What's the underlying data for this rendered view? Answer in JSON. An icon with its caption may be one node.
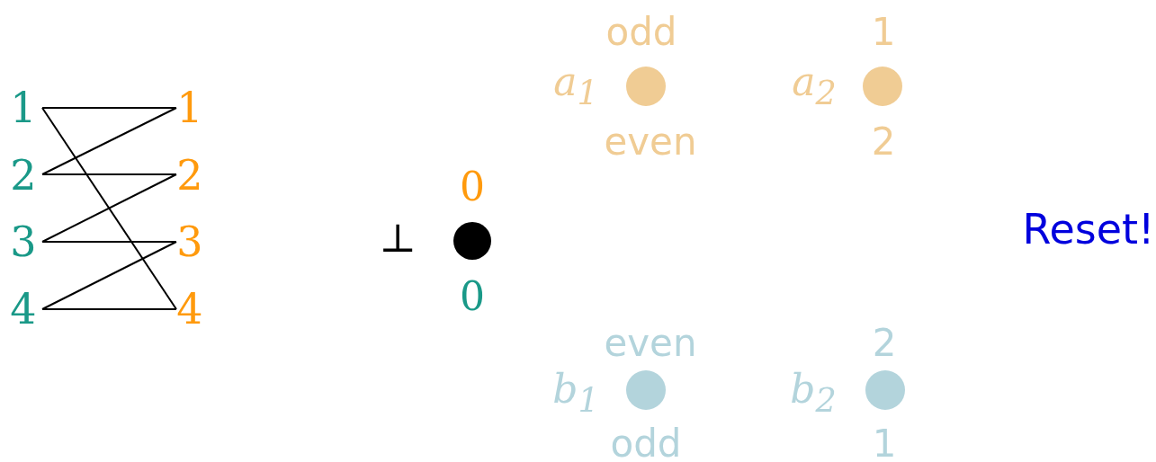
{
  "diagram": {
    "nodes": [
      {
        "text": [
          "1"
        ]
      },
      {
        "text": [
          "2"
        ]
      },
      {
        "text": [
          "3"
        ]
      },
      {
        "text": [
          "4"
        ]
      },
      {
        "text": [
          "1"
        ]
      },
      {
        "text": [
          "2"
        ]
      },
      {
        "text": [
          "3"
        ]
      },
      {
        "text": [
          "4"
        ]
      },
      {
        "text": [],
        "shape": "circle",
        "beside": [
          "0",
          "⊥",
          "0"
        ]
      },
      {
        "text": [],
        "shape": "circle",
        "beside": [
          "odd",
          "a$_{1}$",
          "even"
        ]
      },
      {
        "text": [],
        "shape": "circle",
        "beside": [
          "1",
          "a$_{2}$",
          "2"
        ]
      },
      {
        "text": [],
        "shape": "circle",
        "beside": [
          "even",
          "b$_{1}$",
          "odd"
        ]
      },
      {
        "text": [],
        "shape": "circle",
        "beside": [
          "2",
          "b$_{2}$",
          "1"
        ]
      }
    ],
    "edges": [
      {
        "from": 0,
        "to": 4,
        "arrow": "none"
      },
      {
        "from": 4,
        "to": 1,
        "arrow": "none"
      },
      {
        "from": 1,
        "to": 5,
        "arrow": "none"
      },
      {
        "from": 5,
        "to": 2,
        "arrow": "none"
      },
      {
        "from": 2,
        "to": 6,
        "arrow": "none"
      },
      {
        "from": 6,
        "to": 3,
        "arrow": "none"
      },
      {
        "from": 3,
        "to": 7,
        "arrow": "none"
      },
      {
        "from": 0,
        "to": 7,
        "arrow": "none"
      }
    ],
    "labels": [
      "Reset!"
    ]
  }
}
